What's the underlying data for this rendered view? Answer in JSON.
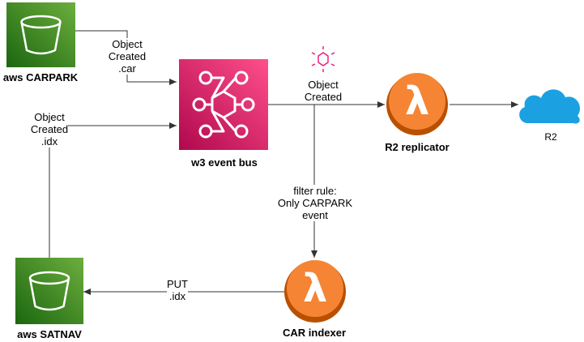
{
  "nodes": {
    "carpark": {
      "label": "aws CARPARK",
      "icon": "s3-bucket-icon",
      "color": "#3f8624"
    },
    "satnav": {
      "label": "aws SATNAV",
      "icon": "s3-bucket-icon",
      "color": "#3f8624"
    },
    "event_bus": {
      "label": "w3 event bus",
      "icon": "eventbridge-icon",
      "color": "#e7157b"
    },
    "r2_replicator": {
      "label": "R2 replicator",
      "icon": "lambda-icon",
      "color": "#ed7100"
    },
    "car_indexer": {
      "label": "CAR indexer",
      "icon": "lambda-icon",
      "color": "#ed7100"
    },
    "r2": {
      "label": "R2",
      "icon": "cloud-icon",
      "color": "#1ba1e2"
    }
  },
  "edges": {
    "carpark_to_bus": [
      "Object",
      "Created",
      ".car"
    ],
    "satnav_to_bus": [
      "Object",
      "Created",
      ".idx"
    ],
    "bus_to_replicator": [
      "Object",
      "Created"
    ],
    "bus_to_indexer": [
      "filter rule:",
      "Only CARPARK",
      "event"
    ],
    "indexer_to_satnav": [
      "PUT",
      ".idx"
    ]
  },
  "event_icon": {
    "icon": "event-icon",
    "color": "#e7157b"
  }
}
